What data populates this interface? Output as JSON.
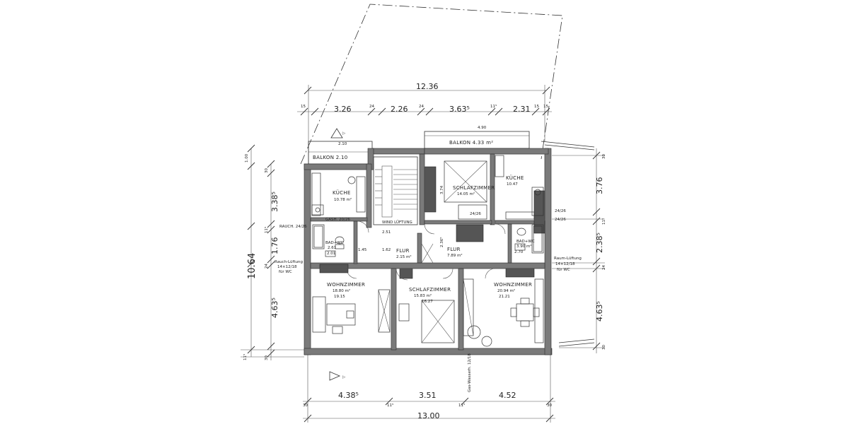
{
  "plan": {
    "overall_width_top": "12.36",
    "overall_width_bottom": "13.00",
    "overall_height_left": "10.64",
    "top_dims": [
      "15",
      "3.26",
      "24",
      "2.26",
      "24",
      "3.63⁵",
      "11⁵",
      "2.31",
      "15",
      "15"
    ],
    "bottom_dims": [
      "4.38⁵",
      "3.51",
      "4.52"
    ],
    "bottom_small": [
      "30",
      "11⁵",
      "11⁵",
      "30"
    ],
    "left_dims": [
      "1.00",
      "30",
      "3.38⁵",
      "11⁵",
      "1.76",
      "24",
      "4.63⁵",
      "11⁵",
      "30"
    ],
    "right_dims": [
      "30",
      "3.76",
      "11⁵",
      "2.38⁵",
      "24",
      "4.63⁵",
      "30"
    ],
    "balcony_top_dim": "4.90",
    "balcony_left_dim": "2.10",
    "rooms": {
      "balkon_left": "BALKON 2.10",
      "balkon_right": "BALKON 4.33 m²",
      "kueche_left": "KÜCHE",
      "kueche_left_area": "10.78 m²",
      "kueche_right": "KÜCHE",
      "kueche_right_area": "10.47",
      "schlafzimmer_top": "SCHLAFZIMMER",
      "schlafzimmer_top_area": "14.05 m²",
      "schlafzimmer_top_dim": "3.74",
      "flur_left": "FLUR",
      "flur_left_area": "2.15 m²",
      "flur_right": "FLUR",
      "flur_right_area": "7.89 m²",
      "flur_right_dim": "2.36⁵",
      "bad_left": "BAD+WC",
      "bad_left_area": "2.61",
      "bad_right": "BAD+WC",
      "bad_right_area": "3.90 m²",
      "wohnzimmer_left": "WOHNZIMMER",
      "wohnzimmer_left_area": "18.80 m²",
      "wohnzimmer_left_area2": "19.15",
      "schlafzimmer_bottom": "SCHLAFZIMMER",
      "schlafzimmer_bottom_area": "15.83 m²",
      "schlafzimmer_bottom_area2": "16.27",
      "wohnzimmer_right": "WOHNZIMMER",
      "wohnzimmer_right_area": "20.94 m²",
      "wohnzimmer_right_area2": "21.21"
    },
    "notes": {
      "gasheizung": "GASH. 20/26",
      "rauchabzug_left": "RAUCH. 24/26",
      "wind_lueftung": "WIND LÜFTUNG",
      "rauch_lueftung_left": "Rauch-Lüftung",
      "rauch_lueftung_left2": "14×12/18",
      "rauch_lueftung_left3": "für WC",
      "rauch_lueftung_right": "Raum-Lüftung",
      "rauch_lueftung_right2": "14×12/18",
      "rauch_lueftung_right3": "für WC",
      "schacht_right": "24/26",
      "schacht_right2": "24/26",
      "vertical_note": "Gas-Wasserh. 12/18",
      "kamin_mid": "24/26",
      "bad_dim": "2.01",
      "flur_dim_small": "1.45",
      "stair_dim": "2.51",
      "bad_right_dim": "2.70",
      "spk": "1.62"
    }
  }
}
